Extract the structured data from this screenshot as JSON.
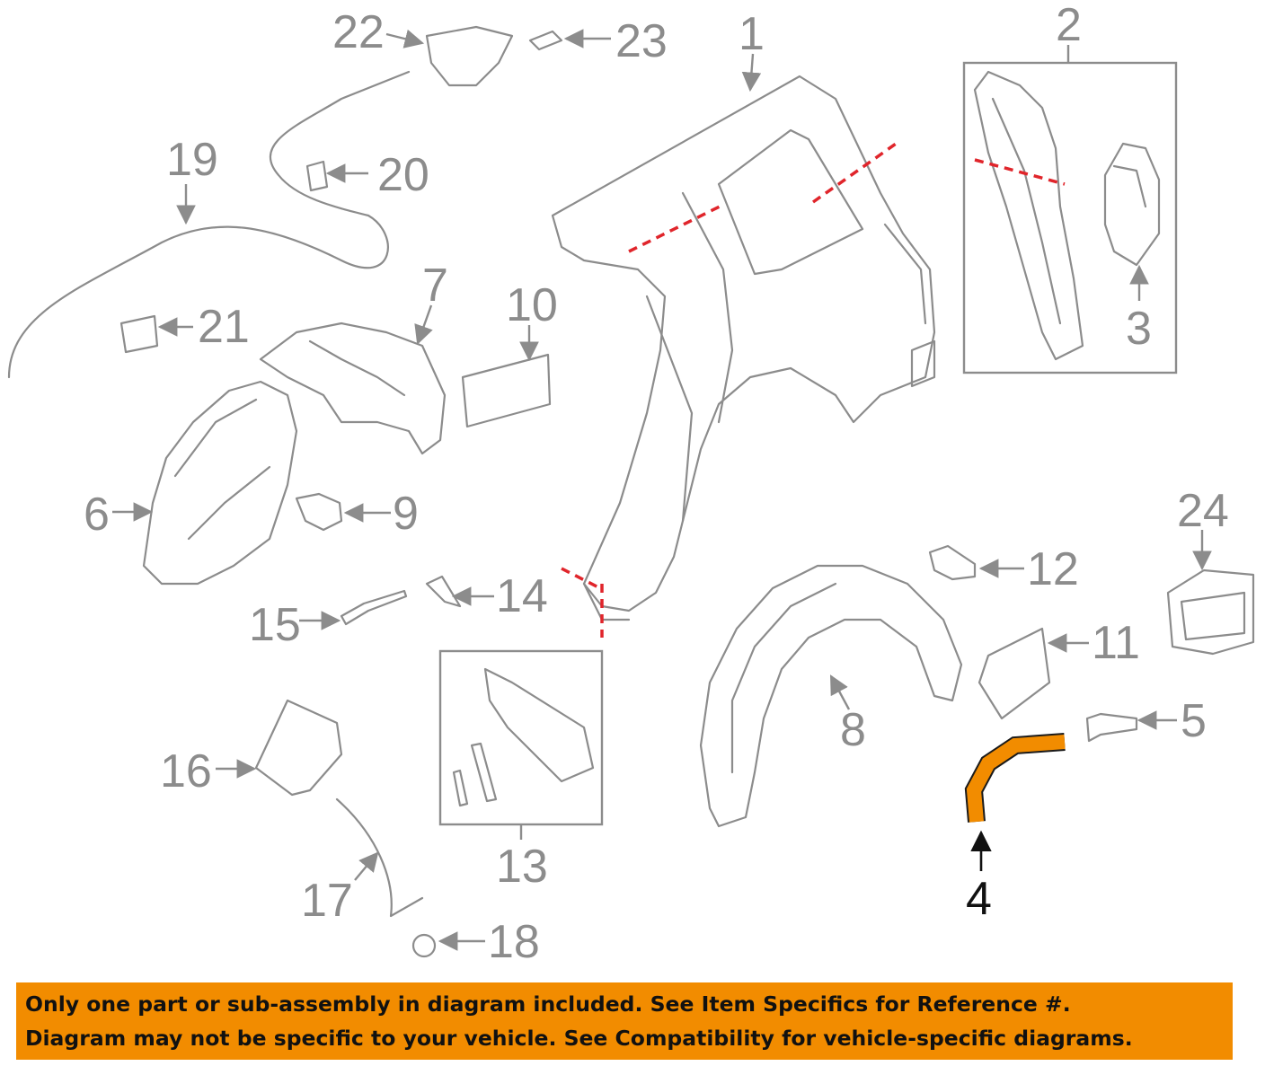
{
  "diagram": {
    "callouts": [
      "1",
      "2",
      "3",
      "4",
      "5",
      "6",
      "7",
      "8",
      "9",
      "10",
      "11",
      "12",
      "13",
      "14",
      "15",
      "16",
      "17",
      "18",
      "19",
      "20",
      "21",
      "22",
      "23",
      "24"
    ],
    "highlighted_part": "4",
    "colors": {
      "line": "#8c8c8c",
      "highlight": "#f28c00",
      "cut_line": "#e0252b",
      "banner": "#f28c00"
    }
  },
  "banner": {
    "line1": "Only one part or sub-assembly in diagram included. See Item Specifics for Reference #.",
    "line2": "Diagram may not be specific to your vehicle. See Compatibility for vehicle-specific diagrams."
  }
}
